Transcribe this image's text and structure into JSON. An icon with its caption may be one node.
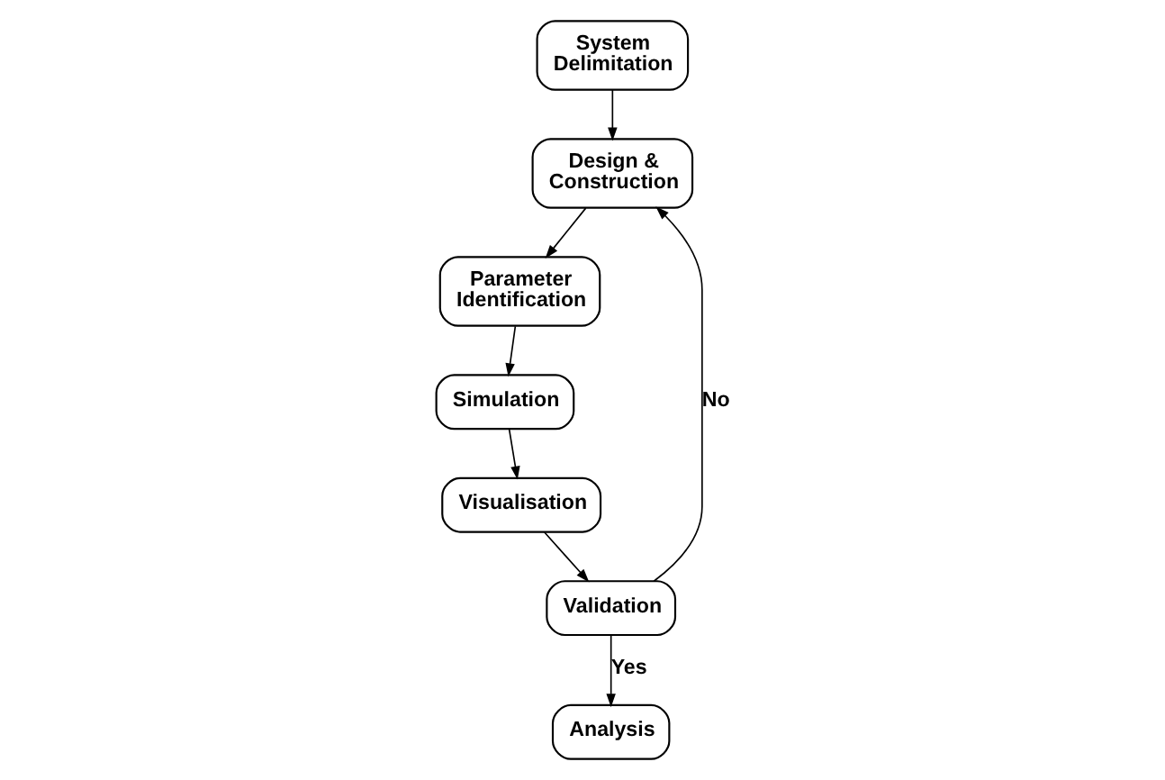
{
  "diagram": {
    "nodes": [
      {
        "text": [
          "System Delimitation"
        ]
      },
      {
        "text": [
          "Design & Construction"
        ]
      },
      {
        "text": [
          "Parameter Identification"
        ]
      },
      {
        "text": [
          "Simulation"
        ]
      },
      {
        "text": [
          "Visualisation"
        ]
      },
      {
        "text": [
          "Validation"
        ]
      },
      {
        "text": [
          "Analysis"
        ]
      }
    ],
    "edges": [
      {
        "from": 0,
        "to": 1,
        "arrow": "to"
      },
      {
        "from": 1,
        "to": 2,
        "arrow": "to"
      },
      {
        "from": 2,
        "to": 3,
        "arrow": "to"
      },
      {
        "from": 3,
        "to": 4,
        "arrow": "to"
      },
      {
        "from": 4,
        "to": 5,
        "arrow": "to"
      },
      {
        "from": 5,
        "to": 6,
        "label": "Yes",
        "arrow": "to"
      },
      {
        "from": 5,
        "to": 1,
        "label": "No",
        "arrow": "to"
      }
    ]
  }
}
